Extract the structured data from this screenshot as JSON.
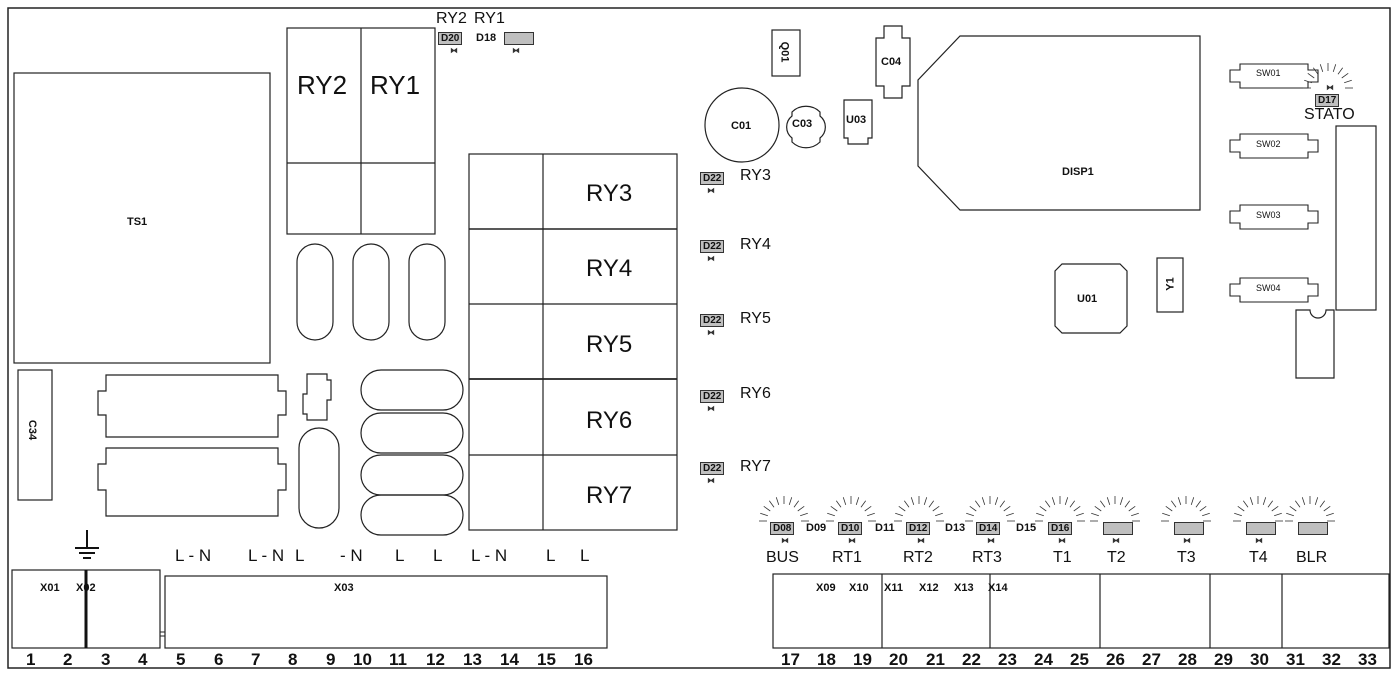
{
  "components": {
    "ts1": "TS1",
    "c34": "C34",
    "c01": "C01",
    "c03": "C03",
    "c04": "C04",
    "u03": "U03",
    "q01": "Q01",
    "u01": "U01",
    "y1": "Y1",
    "disp1": "DISP1",
    "sw": [
      "SW01",
      "SW02",
      "SW03",
      "SW04"
    ],
    "stato": "STATO"
  },
  "relays": {
    "top": [
      "RY2",
      "RY1"
    ],
    "side": [
      "RY3",
      "RY4",
      "RY5",
      "RY6",
      "RY7"
    ],
    "top_led_labels": [
      "RY2",
      "RY1"
    ],
    "top_leds": [
      "D20",
      "D18"
    ],
    "side_led": "D22"
  },
  "status_leds": {
    "d17": "D17",
    "labels": [
      "D08",
      "D09",
      "D10",
      "D11",
      "D12",
      "D13",
      "D14",
      "D15",
      "D16"
    ],
    "names": [
      "BUS",
      "RT1",
      "RT2",
      "RT3",
      "T1",
      "T2",
      "T3",
      "T4",
      "BLR"
    ]
  },
  "terminals": {
    "left_blocks": [
      "X01",
      "X02",
      "X03"
    ],
    "right_blocks": [
      "X09",
      "X10",
      "X11",
      "X12",
      "X13",
      "X14"
    ],
    "signal_labels": [
      "L - N",
      "L - N",
      "L",
      "- N",
      "L",
      "L",
      "L - N",
      "L",
      "L"
    ],
    "pins": [
      "1",
      "2",
      "3",
      "4",
      "5",
      "6",
      "7",
      "8",
      "9",
      "10",
      "11",
      "12",
      "13",
      "14",
      "15",
      "16",
      "17",
      "18",
      "19",
      "20",
      "21",
      "22",
      "23",
      "24",
      "25",
      "26",
      "27",
      "28",
      "29",
      "30",
      "31",
      "32",
      "33"
    ]
  },
  "symbols": {
    "ground": "ground-icon",
    "diode": "diode-icon",
    "glow": "led-glow-icon"
  }
}
